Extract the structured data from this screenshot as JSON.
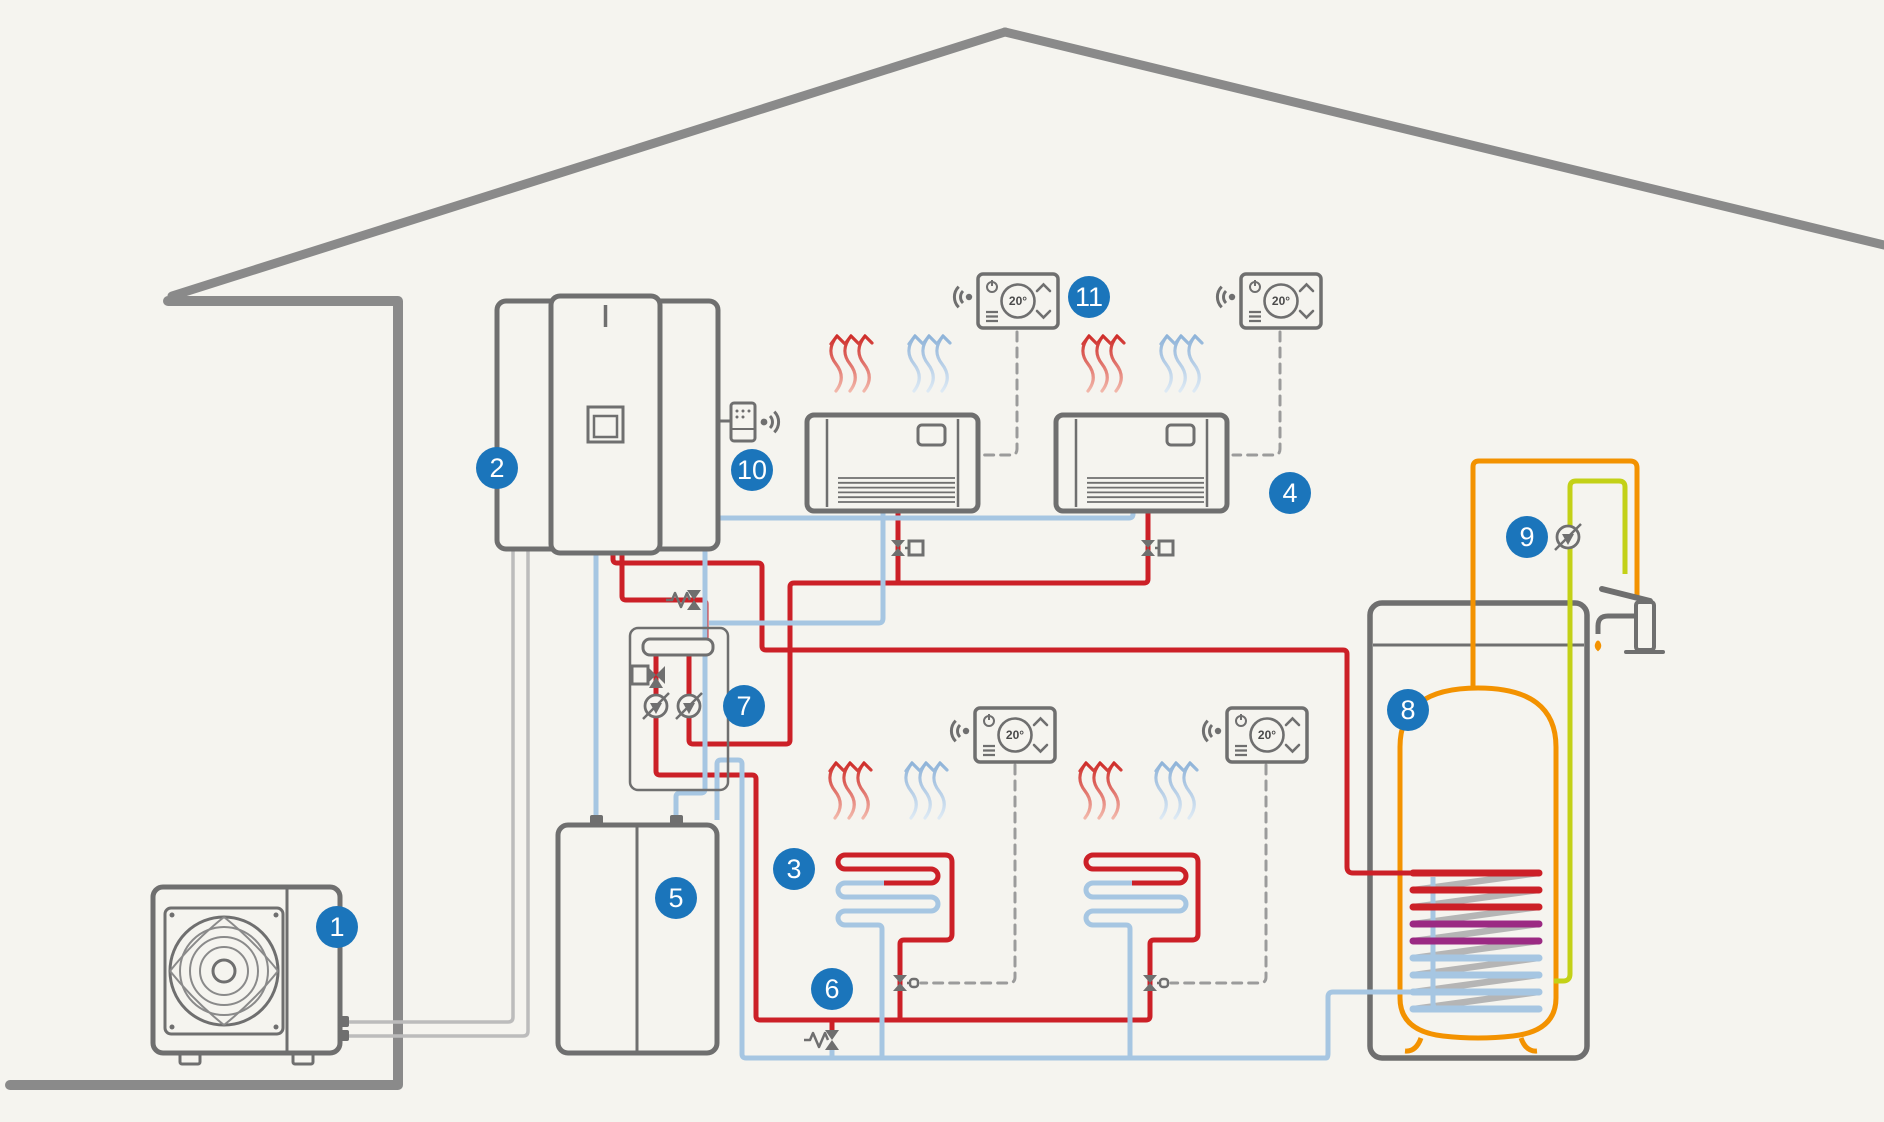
{
  "diagram": {
    "type": "heating-system-schematic",
    "description": "house heat pump installation diagram"
  },
  "callouts": [
    {
      "number": "1",
      "component": "outdoor-heat-pump-unit"
    },
    {
      "number": "2",
      "component": "indoor-hydraulic-unit"
    },
    {
      "number": "3",
      "component": "underfloor-heating-circuit"
    },
    {
      "number": "4",
      "component": "fan-coil-unit"
    },
    {
      "number": "5",
      "component": "buffer-tank"
    },
    {
      "number": "6",
      "component": "bypass-and-zone-valves"
    },
    {
      "number": "7",
      "component": "pump-and-mixing-group"
    },
    {
      "number": "8",
      "component": "domestic-hot-water-tank"
    },
    {
      "number": "9",
      "component": "circulation-pump"
    },
    {
      "number": "10",
      "component": "wireless-gateway"
    },
    {
      "number": "11",
      "component": "room-thermostat"
    }
  ],
  "thermostat": {
    "temperature": "20°",
    "icons": [
      "power-icon",
      "menu-icon",
      "chevron-up-icon",
      "chevron-down-icon",
      "wifi-signal-icon"
    ]
  },
  "icons": [
    "fan-icon",
    "pump-icon",
    "valve-icon",
    "three-way-valve-icon",
    "bypass-valve-icon",
    "wifi-signal-icon",
    "faucet-icon",
    "water-drop-icon",
    "heat-waves-icon",
    "cool-waves-icon"
  ],
  "colors": {
    "badge": "#1b75bb",
    "flow": "#cc2027",
    "return": "#a6c6e2",
    "dhw": "#f39200",
    "cold": "#c3d117",
    "coil": "#9b2a83",
    "frame": "#6f6f6f",
    "house": "#8a8a8a",
    "bg": "#f5f4ef",
    "dashed": "#9b9b9b",
    "back": "#bcbcbc"
  }
}
